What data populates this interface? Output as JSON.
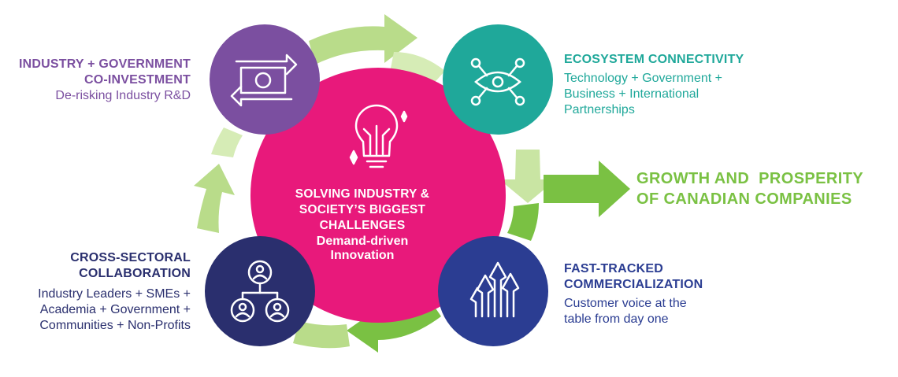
{
  "colors": {
    "magenta": "#e8197b",
    "purple": "#7b4fa0",
    "teal": "#1fa89a",
    "navy": "#2a2f6e",
    "blue": "#2b3d92",
    "green": "#7ac143",
    "light_green": "#b9dc8a"
  },
  "center": {
    "icon": "lightbulb-icon",
    "title_line1": "SOLVING INDUSTRY &",
    "title_line2": "SOCIETY’S BIGGEST",
    "title_line3": "CHALLENGES",
    "subtitle_line1": "Demand-driven",
    "subtitle_line2": "Innovation"
  },
  "nodes": {
    "co_investment": {
      "icon": "money-exchange-icon",
      "heading_line1": "INDUSTRY + GOVERNMENT",
      "heading_line2": "CO-INVESTMENT",
      "sub_line1": "De-risking Industry R&D"
    },
    "ecosystem": {
      "icon": "network-eye-icon",
      "heading_line1": "ECOSYSTEM CONNECTIVITY",
      "sub_line1": "Technology + Government +",
      "sub_line2": "Business + International",
      "sub_line3": "Partnerships"
    },
    "fast_tracked": {
      "icon": "upward-arrows-icon",
      "heading_line1": "FAST-TRACKED",
      "heading_line2": "COMMERCIALIZATION",
      "sub_line1": "Customer voice at the",
      "sub_line2": "table from day one"
    },
    "cross_sectoral": {
      "icon": "org-chart-people-icon",
      "heading_line1": "CROSS-SECTORAL",
      "heading_line2": "COLLABORATION",
      "sub_line1": "Industry Leaders + SMEs +",
      "sub_line2": "Academia + Government +",
      "sub_line3": "Communities + Non-Profits"
    }
  },
  "outcome": {
    "icon": "right-arrow-icon",
    "line1": "GROWTH AND  PROSPERITY",
    "line2": "OF CANADIAN COMPANIES"
  }
}
